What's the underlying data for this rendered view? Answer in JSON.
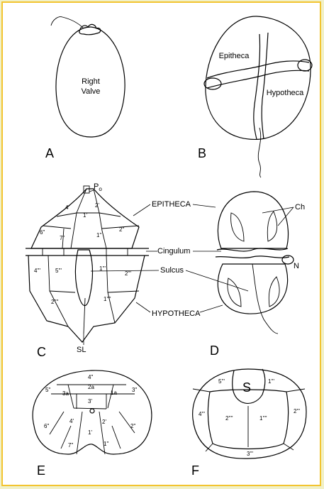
{
  "panels": {
    "A": {
      "letter": "A",
      "label_line1": "Right",
      "label_line2": "Valve"
    },
    "B": {
      "letter": "B",
      "epitheca": "Epitheca",
      "hypotheca": "Hypotheca"
    },
    "C": {
      "letter": "C",
      "po": "P",
      "po_sub": "o",
      "epitheca": "EPITHECA",
      "cingulum": "Cingulum",
      "sulcus": "Sulcus",
      "hypotheca": "HYPOTHECA",
      "sl": "SL",
      "plates": {
        "p4p": "4'",
        "p1p": "1'",
        "p2p": "2'",
        "p6pp": "6\"",
        "p7pp": "7\"",
        "p1pp": "1\"",
        "p2pp": "2\"",
        "p4ppp": "4'''",
        "p5ppp": "5'''",
        "p1ppp": "1'''",
        "p2ppp_r": "2'''",
        "p2pppp": "2''''",
        "p1pppp": "1''''"
      }
    },
    "D": {
      "letter": "D",
      "ch": "Ch",
      "n": "N"
    },
    "E": {
      "letter": "E",
      "plates": {
        "p4pp": "4\"",
        "p5pp": "5\"",
        "p3a": "3a",
        "p2a": "2a",
        "p1a": "1a",
        "p3pp": "3\"",
        "p3p": "3'",
        "p4p": "4'",
        "p2p": "2'",
        "p1p": "1'",
        "p6pp": "6\"",
        "p2pp": "2\"",
        "p7pp": "7\"",
        "p1pp": "1\""
      }
    },
    "F": {
      "letter": "F",
      "plates": {
        "p5ppp": "5'''",
        "s": "S",
        "p1ppp": "1'''",
        "p4ppp": "4'''",
        "p2pppp": "2''''",
        "p1pppp": "1''''",
        "p2ppp": "2'''",
        "p3ppp": "3'''"
      }
    }
  }
}
